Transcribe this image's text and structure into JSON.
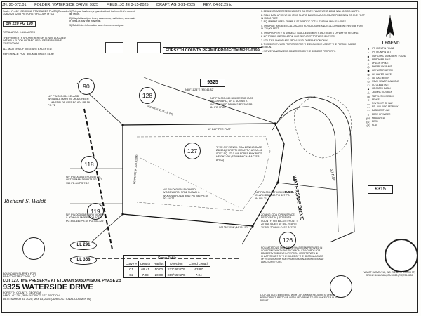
{
  "header": {
    "job": "JN: 25-072.01",
    "folder": "FOLDER: WATERSIDE DRIVE, 9325",
    "field": "FIELD: JC JE 3-15-2025",
    "draft": "DRAFT: AG 3-31-2025",
    "rev": "REV: 04.02.25 jc"
  },
  "stamps": {
    "file_stamp": "BK 220 PG 199",
    "permit": "FORSYTH COUNTY PERMIT/PROJECT# MP25-0199"
  },
  "lots": [
    "90",
    "128",
    "127",
    "126",
    "118",
    "119"
  ],
  "roads": {
    "address": "9325",
    "address2": "9315",
    "street": "WATERSIDE DRIVE",
    "row": "50' R/W"
  },
  "labels": {
    "lot90_owner": "N/F PIN 003-054 LELAND WENDALL MARTIN, JR & GREER L. MARTIN DB 8553 PG 604 PB 18 PG 71",
    "lot128_bearing": "N89°11'24\"E (M)146.82'",
    "lot128_owner": "N/F PIN 003-069 BRUCE RICHARD WOODWARD, SR & SUSAN J. WOODWARD DB 9562 PG 286 PB 84 PG 77-80",
    "line1": "S63°46'51\"E 75.13' (M)",
    "setback": "10' D&P PER PLAT",
    "lot127_info": "\"L\"CP-SW ZONED: ODA ZONING CASE Z42324 (FORSYTH COUNTY) AREA=46 SOFT SQ. FT. 0.448 ACRES MAX BLDG HEIGHT=30' (ETOWAH CHARACTER AREA)",
    "lot127_bearing": "N08°40'21\"W 208.31'(M)",
    "lot127_owner": "N/F PIN 003-068 RICHARD WOODWARD, SR & SUSAN J. WOODWARD DB 9562 PG 286 PB 84 PG 44-77",
    "lot118_owner": "N/F PIN 003-057 ROBERT S. OSTERMAN DB 8578 PG 757-759 PB 84 PG 7-12",
    "lot119_owner": "N/F PIN 003-058 MARY MOREY & JOHNNY MOREY DB 10542 PG 443-446 PB 84 PG 333-329",
    "lot126_owner": "N/F PIN 003-067 MELISSA S. CLARK DB 9560 PG 307 PB 84 PG 71",
    "zoning_note": "ZONING: ODA (OPEN-SPACE RESIDENTIAL) (FORSYTH COUNTY) SETBACKS: FRONT = 20' BSL SIDE = 10' BSL REAR = 20' BSL ZONING CASE Z42324",
    "lot126_bearing": "S61°38'25\"W (M)191.52'",
    "pob": "P.O.B."
  },
  "notes_left": [
    "Scale: 1\" = 60' (GEORGIA STANDARDS PLATS) Recorded 3/26/2025 12:05 PM FORSYTH COUNTY GA",
    "TOTAL AREA: 0.448 ACRES",
    "THE PROPERTY SHOWN HEREON IS NOT LOCATED WITHIN A FLOOD HAZARD AREA PER FIRM PANEL 13117C0086G.",
    "ALL MATTERS OF TITLE ARE EXCEPTED.",
    "REFERENCE: PLAT BOOK 84 PAGES 44-80"
  ],
  "notes_top": [
    "(1) This plat has been prepared without the benefit of a current title report.",
    "(2) this plat is subject to any easements, restrictions, covenants or rights-of-way that may exist.",
    "(3) Subdivision information taken from recorded plat."
  ],
  "notes_right": [
    "1. BEARINGS ARE REFERENCED TO GA STATE PLANE WEST ZONE NAD 83 GRID NORTH.",
    "2. FIELD DATA UPON WHICH THIS PLAT IS BASED HAS A CLOSURE PRECISION OF ONE FOOT IN 35,000 FEET.",
    "3. EQUIPMENT USED: TRIMBLE S7 ROBOTIC TOTAL STATION AND R10 GNSS.",
    "4. THIS PLAT HAS BEEN CALCULATED FOR CLOSURE AND IS ACCURATE WITHIN ONE FOOT IN 124,000 FEET.",
    "5. THIS PROPERTY IS SUBJECT TO ALL EASEMENTS AND RIGHTS OF WAY OF RECORD.",
    "6. NO ZONING INFORMATION WAS PROVIDED TO THE SURVEYOR.",
    "7. UTILITIES SHOWN ARE FROM FIELD OBSERVATION ONLY.",
    "8. THIS SURVEY WAS PREPARED FOR THE EXCLUSIVE USE OF THE PERSON NAMED HEREON.",
    "9. NO WETLANDS WERE OBSERVED ON THE SUBJECT PROPERTY."
  ],
  "legend": {
    "title": "LEGEND",
    "items": [
      {
        "sym": "●",
        "label": "IPF IRON PIN FOUND"
      },
      {
        "sym": "○",
        "label": "IPS IRON PIN SET"
      },
      {
        "sym": "■",
        "label": "CMF CONC MONUMENT FOUND"
      },
      {
        "sym": "⊗",
        "label": "PP POWER POLE"
      },
      {
        "sym": "☼",
        "label": "LP LIGHT POLE"
      },
      {
        "sym": "◎",
        "label": "FH FIRE HYDRANT"
      },
      {
        "sym": "▣",
        "label": "WM WATER METER"
      },
      {
        "sym": "⊕",
        "label": "WV WATER VALVE"
      },
      {
        "sym": "◇",
        "label": "GM GAS METER"
      },
      {
        "sym": "⊙",
        "label": "SSMH SEWER MANHOLE"
      },
      {
        "sym": "□",
        "label": "CO CLEAN OUT"
      },
      {
        "sym": "▲",
        "label": "CB CATCH BASIN"
      },
      {
        "sym": "△",
        "label": "JB JUNCTION BOX"
      },
      {
        "sym": "⊞",
        "label": "TB TELEPHONE BOX"
      },
      {
        "sym": "✕",
        "label": "FENCE"
      },
      {
        "sym": "—",
        "label": "R/W RIGHT OF WAY"
      },
      {
        "sym": "- -",
        "label": "BSL BUILDING SETBACK"
      },
      {
        "sym": "···",
        "label": "EASEMENT LINE"
      },
      {
        "sym": "≈",
        "label": "EDGE OF WATER"
      },
      {
        "sym": "(M)",
        "label": "MEASURED"
      },
      {
        "sym": "(D)",
        "label": "DEED"
      },
      {
        "sym": "(P)",
        "label": "PLAT"
      }
    ]
  },
  "land_lots": [
    "LL 291",
    "LL 358"
  ],
  "title_block": {
    "line1": "BOUNDARY SURVEY FOR",
    "line2": "PSA CONSTRUCTION, LLC",
    "line3": "LOT 127, THE PRESERVE AT ETOWAH SUBDIVISION, PHASE 2B",
    "address": "9325 WATERSIDE DRIVE",
    "county": "FORSYTH COUNTY, GEORGIA",
    "land": "LAND LOT 291, 3RD DISTRICT, 1ST SECTION",
    "dates": "DATE: MARCH 31, 2025; MAY 13, 2025 (JURISDICTIONAL COMMENTS)"
  },
  "curve_table": {
    "title": "Curve Table",
    "headers": [
      "Curve #",
      "Length",
      "Radius",
      "Direction",
      "Chord Length"
    ],
    "rows": [
      [
        "C1",
        "69.41",
        "50.00",
        "S33°46'40\"E",
        "63.97"
      ],
      [
        "C2",
        "7.08",
        "20.00",
        "S59°55'42\"E",
        "7.04"
      ]
    ]
  },
  "surveyor": "NO LIMITATIONS: THIS SURVEY HAS BEEN PREPARED IN CONFORMITY WITH THE TECHNICAL STANDARDS FOR PROPERTY SURVEYS IN GEORGIA AS SET FORTH IN CHAPTER 180-7 OF THE RULES OF THE GEORGIA BOARD OF REGISTRATION FOR PROFESSIONAL ENGINEERS AND LAND SURVEYORS.",
  "foot_note": "\"L\"CP-SW LOTS IDENTIFIED WITH LCP-SW MAY REQUIRE STORMWATER INFRASTRUCTURE TO BE INSTALLED PRIOR TO ISSUANCE OF A BUILDING PERMIT.",
  "signature": "Richard S. Waldt",
  "firm": "WALDT SURVEYING, INC. 701 WEST CROSS ST, STONE MOUNTAIN, GA 30083 (770)723-8600"
}
